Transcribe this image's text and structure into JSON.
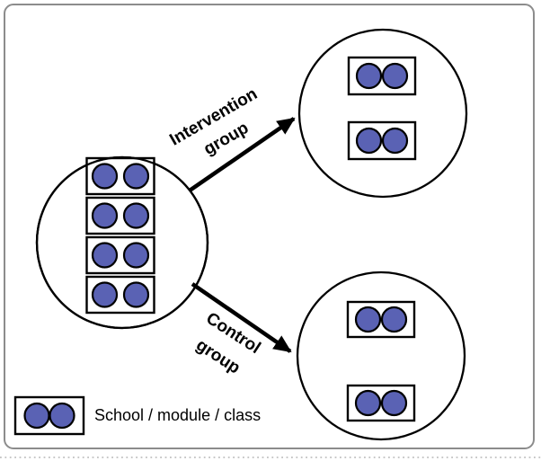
{
  "labels": {
    "intervention": {
      "line1": "Intervention",
      "line2": "group"
    },
    "control": {
      "line1": "Control",
      "line2": "group"
    }
  },
  "legend": {
    "text": "School / module / class",
    "module_count": 1
  },
  "diagram": {
    "dots_per_module": 2,
    "pool": {
      "module_count": 4
    },
    "intervention_group": {
      "module_count": 2
    },
    "control_group": {
      "module_count": 2
    }
  },
  "colors": {
    "unit_fill": "#5a62b4",
    "outline": "#000000",
    "frame": "#8c8c8c",
    "dotted_line": "#b5b5b5",
    "text": "#000000"
  }
}
